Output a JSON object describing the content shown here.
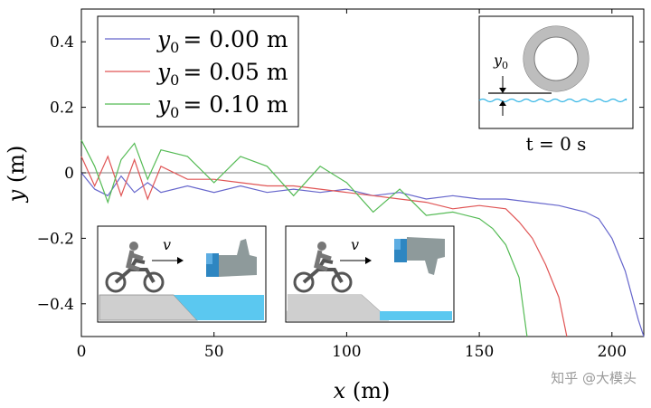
{
  "chart_data": {
    "type": "line",
    "xlabel": "x (m)",
    "ylabel": "y (m)",
    "xlim": [
      0,
      212
    ],
    "ylim": [
      -0.5,
      0.5
    ],
    "xticks": [
      0,
      50,
      100,
      150,
      200
    ],
    "yticks": [
      -0.4,
      -0.2,
      0,
      0.2,
      0.4
    ],
    "xtick_labels": [
      "0",
      "50",
      "100",
      "150",
      "200"
    ],
    "ytick_labels": [
      "−0.4",
      "−0.2",
      "0",
      "0.2",
      "0.4"
    ],
    "grid": false,
    "zero_line": true,
    "legend_position": "top-left",
    "series": [
      {
        "name": "y0 = 0.00 m",
        "color": "#6666cc",
        "y0": 0.0,
        "points": [
          [
            0,
            0.0
          ],
          [
            5,
            -0.05
          ],
          [
            10,
            -0.07
          ],
          [
            15,
            -0.01
          ],
          [
            20,
            -0.06
          ],
          [
            25,
            -0.03
          ],
          [
            30,
            -0.06
          ],
          [
            40,
            -0.04
          ],
          [
            50,
            -0.06
          ],
          [
            60,
            -0.04
          ],
          [
            70,
            -0.06
          ],
          [
            80,
            -0.05
          ],
          [
            90,
            -0.06
          ],
          [
            100,
            -0.05
          ],
          [
            110,
            -0.07
          ],
          [
            120,
            -0.06
          ],
          [
            130,
            -0.08
          ],
          [
            140,
            -0.07
          ],
          [
            150,
            -0.08
          ],
          [
            160,
            -0.08
          ],
          [
            170,
            -0.09
          ],
          [
            180,
            -0.1
          ],
          [
            190,
            -0.12
          ],
          [
            195,
            -0.14
          ],
          [
            200,
            -0.2
          ],
          [
            205,
            -0.3
          ],
          [
            210,
            -0.45
          ],
          [
            212,
            -0.5
          ]
        ]
      },
      {
        "name": "y0 = 0.05 m",
        "color": "#e05555",
        "y0": 0.05,
        "points": [
          [
            0,
            0.05
          ],
          [
            5,
            -0.04
          ],
          [
            10,
            0.05
          ],
          [
            15,
            -0.07
          ],
          [
            20,
            0.04
          ],
          [
            25,
            -0.08
          ],
          [
            30,
            0.02
          ],
          [
            40,
            -0.02
          ],
          [
            50,
            -0.02
          ],
          [
            60,
            -0.03
          ],
          [
            70,
            -0.04
          ],
          [
            80,
            -0.04
          ],
          [
            90,
            -0.05
          ],
          [
            100,
            -0.06
          ],
          [
            110,
            -0.07
          ],
          [
            120,
            -0.08
          ],
          [
            130,
            -0.09
          ],
          [
            140,
            -0.11
          ],
          [
            150,
            -0.1
          ],
          [
            160,
            -0.11
          ],
          [
            165,
            -0.15
          ],
          [
            170,
            -0.2
          ],
          [
            175,
            -0.28
          ],
          [
            180,
            -0.38
          ],
          [
            183,
            -0.5
          ]
        ]
      },
      {
        "name": "y0 = 0.10 m",
        "color": "#55bb55",
        "y0": 0.1,
        "points": [
          [
            0,
            0.1
          ],
          [
            5,
            0.02
          ],
          [
            10,
            -0.09
          ],
          [
            15,
            0.04
          ],
          [
            20,
            0.09
          ],
          [
            25,
            -0.02
          ],
          [
            30,
            0.07
          ],
          [
            40,
            0.05
          ],
          [
            50,
            -0.03
          ],
          [
            60,
            0.05
          ],
          [
            70,
            0.02
          ],
          [
            80,
            -0.07
          ],
          [
            90,
            0.02
          ],
          [
            100,
            -0.03
          ],
          [
            110,
            -0.12
          ],
          [
            120,
            -0.05
          ],
          [
            130,
            -0.13
          ],
          [
            140,
            -0.12
          ],
          [
            150,
            -0.14
          ],
          [
            155,
            -0.17
          ],
          [
            160,
            -0.22
          ],
          [
            165,
            -0.32
          ],
          [
            168,
            -0.5
          ]
        ]
      }
    ],
    "legend_entries": [
      {
        "var": "y",
        "sub": "0",
        "rhs": "= 0.00 m"
      },
      {
        "var": "y",
        "sub": "0",
        "rhs": "= 0.05 m"
      },
      {
        "var": "y",
        "sub": "0",
        "rhs": "= 0.10 m"
      }
    ],
    "inset_top": {
      "label_var": "y",
      "label_sub": "0",
      "time_label": "t = 0 s"
    },
    "inset_bottom_left": {
      "velocity_label": "v",
      "verdict_icon": "thumbs-up-icon",
      "accent": "#2e86c1",
      "water": "#5bc8f0"
    },
    "inset_bottom_right": {
      "velocity_label": "v",
      "verdict_icon": "thumbs-down-icon",
      "accent": "#2e86c1",
      "water": "#5bc8f0"
    }
  },
  "watermark": "知乎 @大模头"
}
